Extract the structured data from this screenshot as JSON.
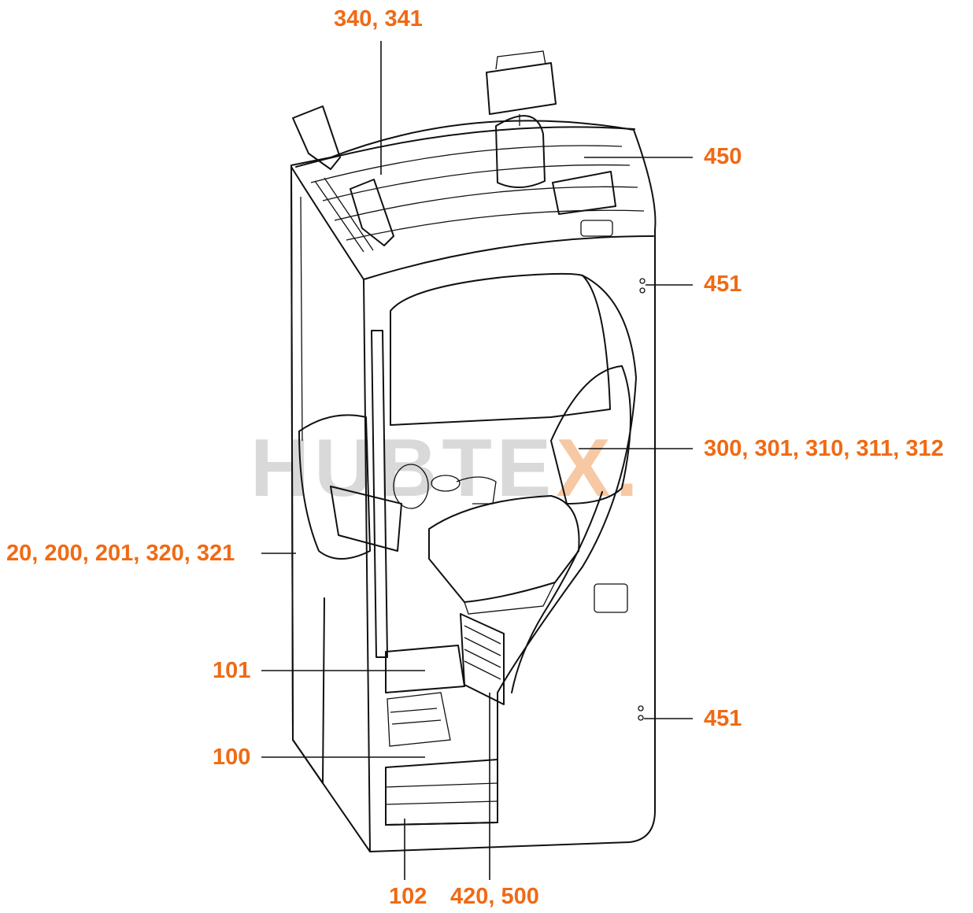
{
  "watermark": {
    "text": "HUBTE",
    "accent_text": "X.",
    "color": "#d9d9d9",
    "accent_color": "#f6c9a4"
  },
  "colors": {
    "label": "#f06a14",
    "line": "#111111"
  },
  "callouts": [
    {
      "id": "c340",
      "text": "340, 341"
    },
    {
      "id": "c450",
      "text": "450"
    },
    {
      "id": "c451a",
      "text": "451"
    },
    {
      "id": "c300",
      "text": "300, 301, 310, 311, 312"
    },
    {
      "id": "c20",
      "text": "20, 200, 201, 320, 321"
    },
    {
      "id": "c101",
      "text": "101"
    },
    {
      "id": "c100",
      "text": "100"
    },
    {
      "id": "c451b",
      "text": "451"
    },
    {
      "id": "c102",
      "text": "102"
    },
    {
      "id": "c420",
      "text": "420, 500"
    }
  ]
}
